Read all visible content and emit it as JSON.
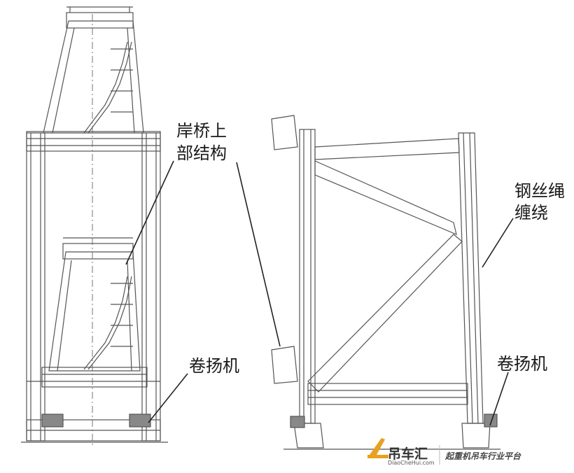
{
  "labels": {
    "upper_structure_line1": "岸桥上",
    "upper_structure_line2": "部结构",
    "winch_left": "卷扬机",
    "rope_line1": "钢丝绳",
    "rope_line2": "缠绕",
    "winch_right": "卷扬机"
  },
  "watermark": {
    "brand": "吊车汇",
    "domain": "DiaoCheHui.com",
    "slogan": "起重机吊车行业平台"
  },
  "colors": {
    "line": "#555555",
    "leader": "#222222",
    "brand_orange": "#e8a020"
  }
}
